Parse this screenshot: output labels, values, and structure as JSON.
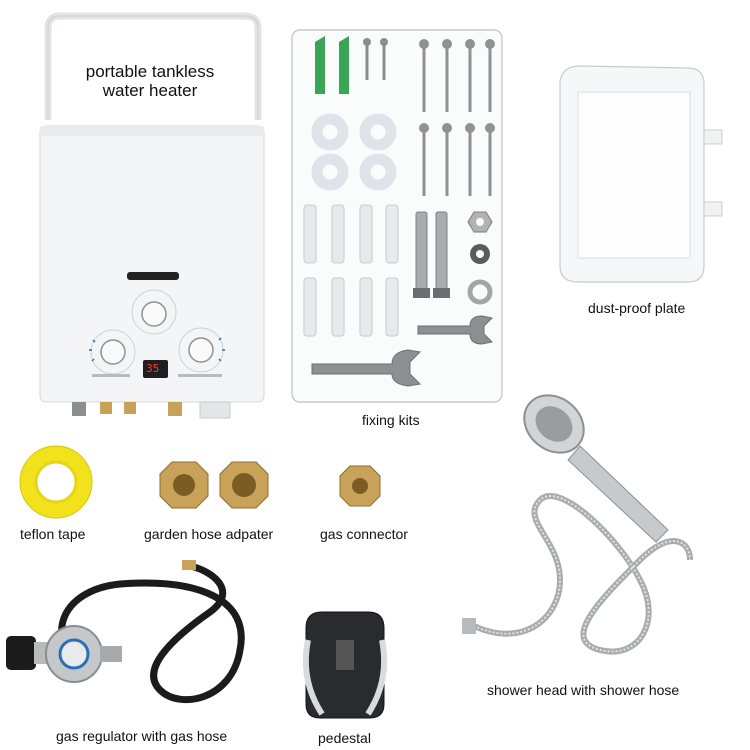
{
  "product_title_line1": "portable tankless",
  "product_title_line2": "water heater",
  "display_reading": "35",
  "labels": {
    "dust_plate": "dust-proof plate",
    "fixing_kits": "fixing kits",
    "teflon": "teflon tape",
    "garden_adapter": "garden hose adpater",
    "gas_connector": "gas connector",
    "shower": "shower head with shower hose",
    "regulator": "gas regulator with gas hose",
    "pedestal": "pedestal"
  },
  "colors": {
    "heater_body": "#f4f5f6",
    "brass": "#c9a25a",
    "teflon_yellow": "#f2e21c",
    "hose_black": "#1b1b1b",
    "wall_plug_green": "#3aa655"
  }
}
